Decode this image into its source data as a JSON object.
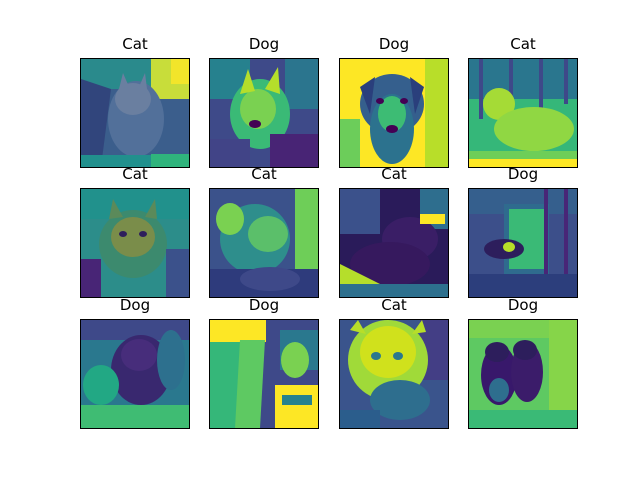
{
  "figure": {
    "panels": [
      {
        "label": "Cat"
      },
      {
        "label": "Dog"
      },
      {
        "label": "Dog"
      },
      {
        "label": "Cat"
      },
      {
        "label": "Cat"
      },
      {
        "label": "Cat"
      },
      {
        "label": "Cat"
      },
      {
        "label": "Dog"
      },
      {
        "label": "Dog"
      },
      {
        "label": "Dog"
      },
      {
        "label": "Cat"
      },
      {
        "label": "Dog"
      }
    ]
  }
}
